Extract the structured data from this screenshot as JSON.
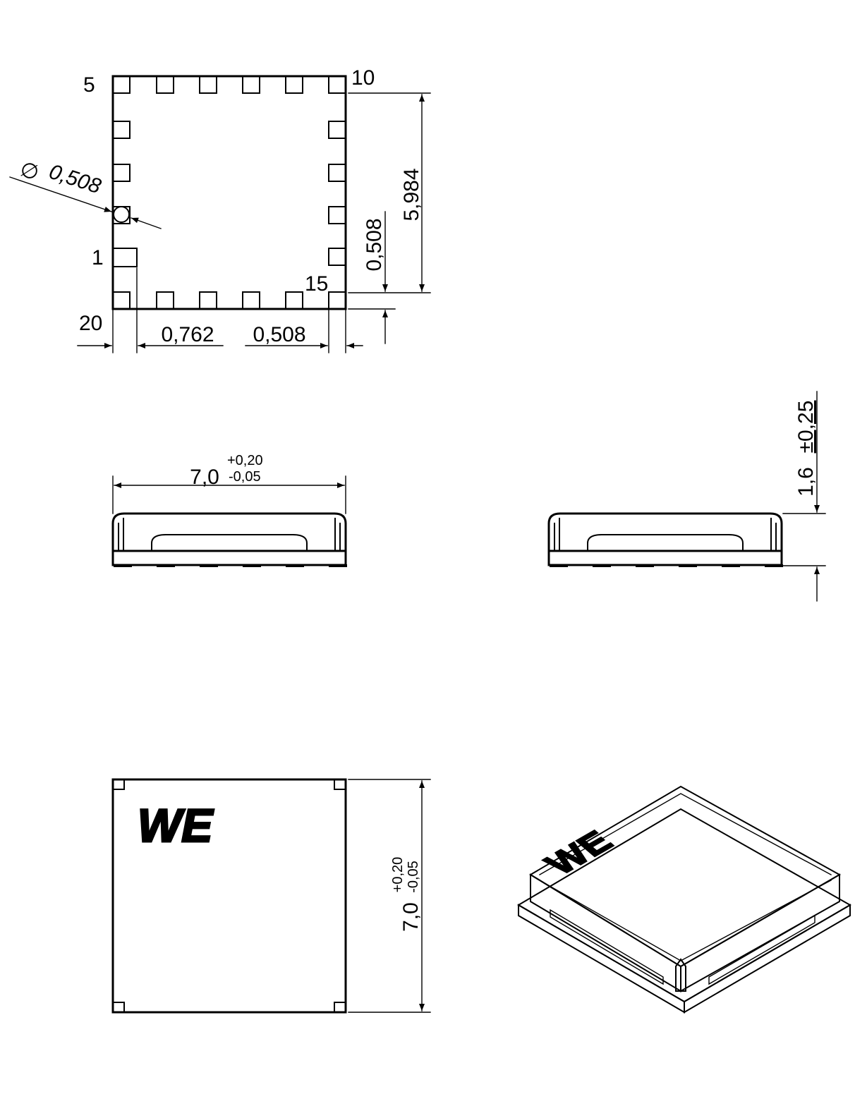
{
  "pin_labels": {
    "pin_5": "5",
    "pin_10": "10",
    "pin_1": "1",
    "pin_15": "15",
    "pin_20": "20"
  },
  "dimensions": {
    "diameter_symbol": "∅",
    "pad_diameter": "0,508",
    "height_pitch": "5,984",
    "pad_offset_vertical": "0,508",
    "pad_offset_horizontal": "0,762",
    "pad_pitch_horizontal": "0,508",
    "width_nominal": "7,0",
    "width_tol_plus": "+0,20",
    "width_tol_minus": "-0,05",
    "height_nominal": "1,6",
    "height_tol": "±0,25",
    "length_nominal": "7,0",
    "length_tol_plus": "+0,20",
    "length_tol_minus": "-0,05"
  },
  "logo": {
    "text": "WE"
  }
}
